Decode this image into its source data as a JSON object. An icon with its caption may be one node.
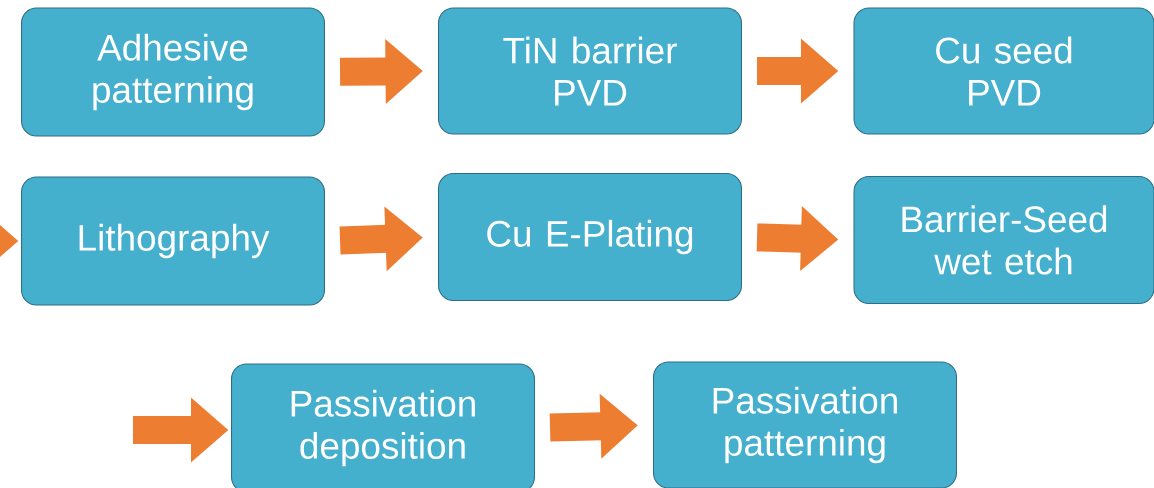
{
  "diagram": {
    "nodes": [
      {
        "text": [
          "Adhesive patterning"
        ]
      },
      {
        "text": [
          "TiN barrier PVD"
        ]
      },
      {
        "text": [
          "Cu seed PVD"
        ]
      },
      {
        "text": [
          "Lithography"
        ]
      },
      {
        "text": [
          "Cu E-Plating"
        ]
      },
      {
        "text": [
          "Barrier-Seed wet etch"
        ]
      },
      {
        "text": [
          "Passivation deposition"
        ]
      },
      {
        "text": [
          "Passivation patterning"
        ]
      }
    ],
    "edges": [
      {
        "from": 0,
        "to": 1,
        "arrow": "to"
      },
      {
        "from": 1,
        "to": 2,
        "arrow": "to"
      },
      {
        "from": null,
        "to": 3,
        "arrow": "to"
      },
      {
        "from": 3,
        "to": 4,
        "arrow": "to"
      },
      {
        "from": 4,
        "to": 5,
        "arrow": "to"
      },
      {
        "from": null,
        "to": 6,
        "arrow": "to"
      },
      {
        "from": 6,
        "to": 7,
        "arrow": "to"
      }
    ]
  }
}
